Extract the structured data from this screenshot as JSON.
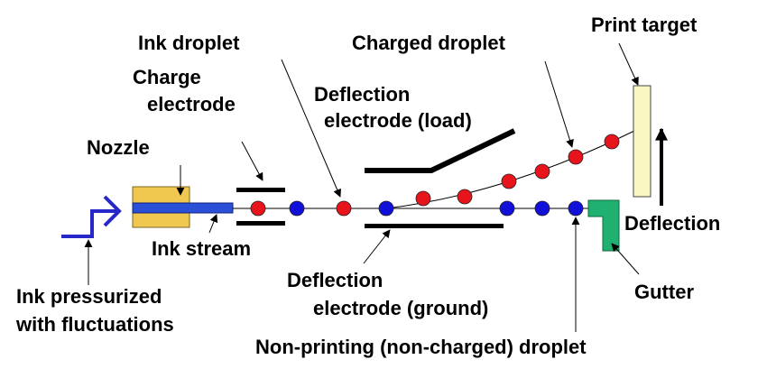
{
  "labels": {
    "print_target": "Print target",
    "charged_droplet": "Charged droplet",
    "ink_droplet": "Ink droplet",
    "charge_electrode_1": "Charge",
    "charge_electrode_2": "electrode",
    "deflection_load_1": "Deflection",
    "deflection_load_2": "electrode (load)",
    "nozzle": "Nozzle",
    "ink_stream": "Ink stream",
    "deflection": "Deflection",
    "deflection_ground_1": "Deflection",
    "deflection_ground_2": "electrode (ground)",
    "gutter": "Gutter",
    "ink_pressurized_1": "Ink pressurized",
    "ink_pressurized_2": "with fluctuations",
    "non_printing_droplet": "Non-printing (non-charged) droplet"
  },
  "colors": {
    "charged_droplet": "#e8141c",
    "uncharged_droplet": "#1010d8",
    "ink_stream": "#2a50d8",
    "nozzle": "#f0c850",
    "gutter": "#20b070",
    "print_target": "#fbf7c0",
    "pressure_arrow": "#2828c8",
    "electrode": "#000000"
  }
}
